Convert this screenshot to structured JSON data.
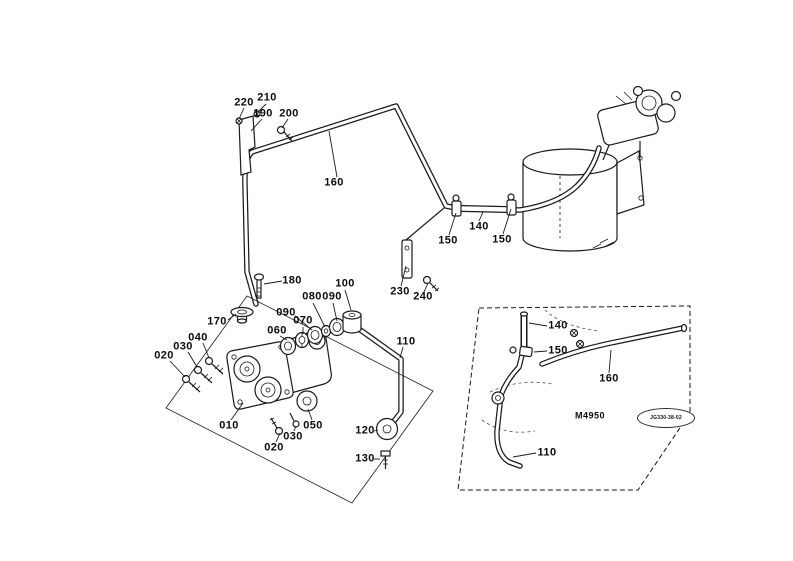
{
  "figure": {
    "type": "exploded-parts-diagram",
    "inset_model": "M4950",
    "stamp_code": "JG330-38-02",
    "line_color": "#1a1a1a",
    "background": "#ffffff"
  },
  "callouts": [
    {
      "id": "c220",
      "label": "220"
    },
    {
      "id": "c210",
      "label": "210"
    },
    {
      "id": "c190",
      "label": "190"
    },
    {
      "id": "c200",
      "label": "200"
    },
    {
      "id": "c160",
      "label": "160"
    },
    {
      "id": "c150a",
      "label": "150"
    },
    {
      "id": "c140",
      "label": "140"
    },
    {
      "id": "c150b",
      "label": "150"
    },
    {
      "id": "c230",
      "label": "230"
    },
    {
      "id": "c240",
      "label": "240"
    },
    {
      "id": "c180",
      "label": "180"
    },
    {
      "id": "c100",
      "label": "100"
    },
    {
      "id": "c080",
      "label": "080"
    },
    {
      "id": "c090a",
      "label": "090"
    },
    {
      "id": "c090b",
      "label": "090"
    },
    {
      "id": "c070",
      "label": "070"
    },
    {
      "id": "c060",
      "label": "060"
    },
    {
      "id": "c170",
      "label": "170"
    },
    {
      "id": "c040",
      "label": "040"
    },
    {
      "id": "c030a",
      "label": "030"
    },
    {
      "id": "c020a",
      "label": "020"
    },
    {
      "id": "c110",
      "label": "110"
    },
    {
      "id": "c010",
      "label": "010"
    },
    {
      "id": "c020b",
      "label": "020"
    },
    {
      "id": "c030b",
      "label": "030"
    },
    {
      "id": "c050",
      "label": "050"
    },
    {
      "id": "c120",
      "label": "120"
    },
    {
      "id": "c130",
      "label": "130"
    },
    {
      "id": "i140",
      "label": "140"
    },
    {
      "id": "i150",
      "label": "150"
    },
    {
      "id": "i160",
      "label": "160"
    },
    {
      "id": "i110",
      "label": "110"
    }
  ]
}
